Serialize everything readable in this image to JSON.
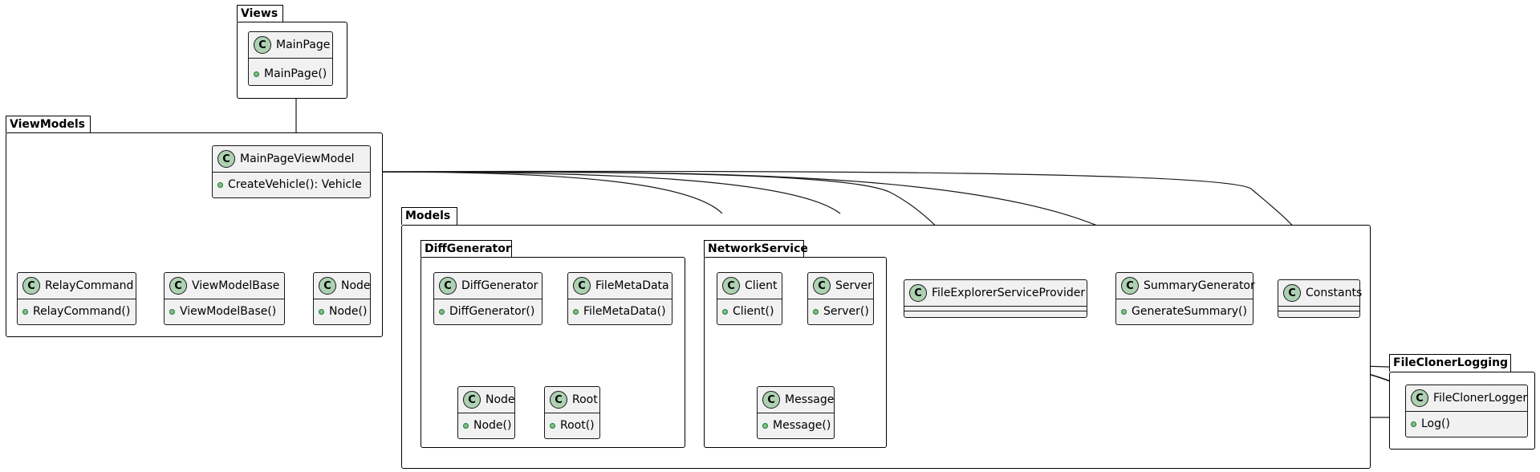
{
  "packages": {
    "views": "Views",
    "viewmodels": "ViewModels",
    "models": "Models",
    "diffgenerator": "DiffGenerator",
    "networkservice": "NetworkService",
    "fileclonerlogging": "FileClonerLogging"
  },
  "stereotype_letter": "C",
  "classes": {
    "mainpage": {
      "name": "MainPage",
      "member": "MainPage()"
    },
    "mainpageviewmodel": {
      "name": "MainPageViewModel",
      "member": "CreateVehicle(): Vehicle"
    },
    "relaycommand": {
      "name": "RelayCommand",
      "member": "RelayCommand()"
    },
    "viewmodelbase": {
      "name": "ViewModelBase",
      "member": "ViewModelBase()"
    },
    "vm_node": {
      "name": "Node",
      "member": "Node()"
    },
    "diffgenerator": {
      "name": "DiffGenerator",
      "member": "DiffGenerator()"
    },
    "filemetadata": {
      "name": "FileMetaData",
      "member": "FileMetaData()"
    },
    "dg_node": {
      "name": "Node",
      "member": "Node()"
    },
    "root": {
      "name": "Root",
      "member": "Root()"
    },
    "client": {
      "name": "Client",
      "member": "Client()"
    },
    "server": {
      "name": "Server",
      "member": "Server()"
    },
    "message": {
      "name": "Message",
      "member": "Message()"
    },
    "fileexplorerserviceprovider": {
      "name": "FileExplorerServiceProvider"
    },
    "summarygenerator": {
      "name": "SummaryGenerator",
      "member": "GenerateSummary()"
    },
    "constants": {
      "name": "Constants"
    },
    "fileclonerlogger": {
      "name": "FileClonerLogger",
      "member": "Log()"
    }
  },
  "colors": {
    "class_fill": "#f1f1f1",
    "class_spot": "#add1b2",
    "line": "#181818"
  }
}
